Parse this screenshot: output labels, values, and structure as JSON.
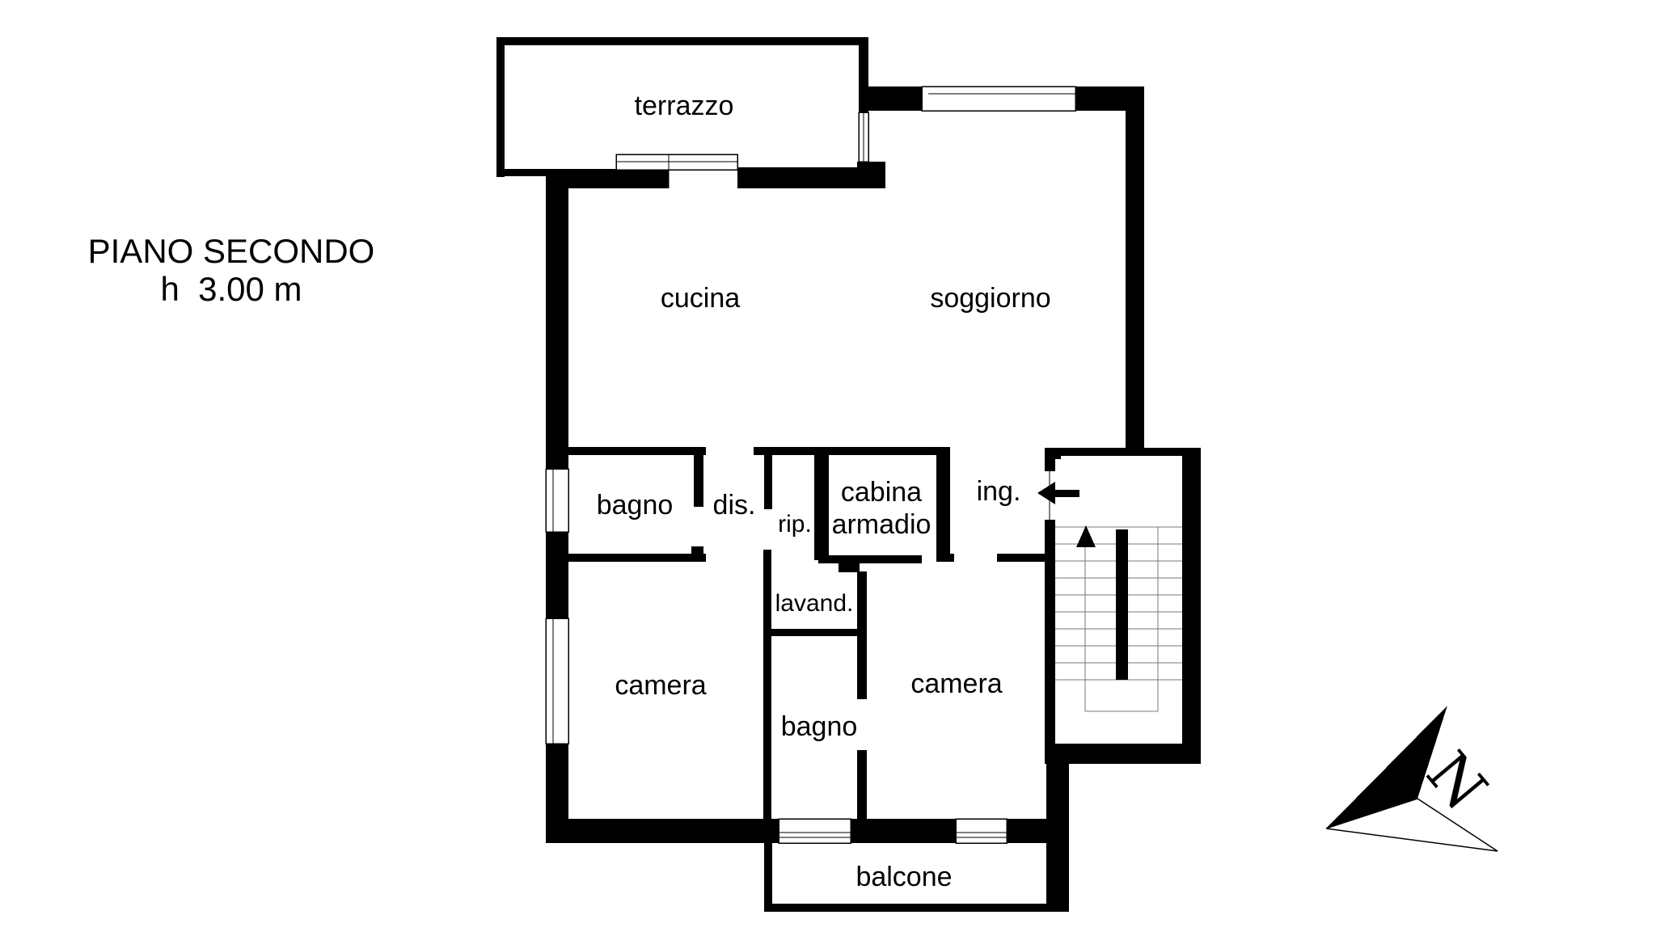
{
  "title": {
    "line1": "PIANO SECONDO",
    "line2": "h  3.00 m"
  },
  "rooms": {
    "terrazzo": "terrazzo",
    "cucina": "cucina",
    "soggiorno": "soggiorno",
    "bagno_top": "bagno",
    "dis": "dis.",
    "rip": "rip.",
    "cabina_line1": "cabina",
    "cabina_line2": "armadio",
    "ing": "ing.",
    "lavand": "lavand.",
    "camera_left": "camera",
    "bagno_bottom": "bagno",
    "camera_right": "camera",
    "balcone": "balcone"
  },
  "compass": {
    "north_label": "N"
  },
  "colors": {
    "wall": "#000000",
    "background": "#ffffff",
    "thin_line": "#777777"
  }
}
